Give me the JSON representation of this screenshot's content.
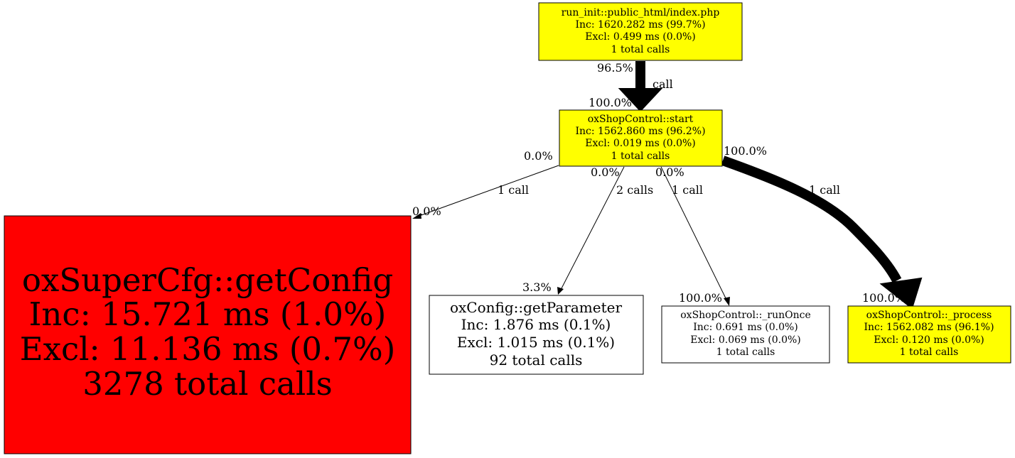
{
  "graph": {
    "nodes": [
      {
        "id": "index",
        "lines": [
          "run_init::public_html/index.php",
          "Inc: 1620.282 ms (99.7%)",
          "Excl: 0.499 ms (0.0%)",
          "1 total calls"
        ],
        "fill": "#ffff00"
      },
      {
        "id": "start",
        "lines": [
          "oxShopControl::start",
          "Inc: 1562.860 ms (96.2%)",
          "Excl: 0.019 ms (0.0%)",
          "1 total calls"
        ],
        "fill": "#ffff00"
      },
      {
        "id": "getConfig",
        "lines": [
          "oxSuperCfg::getConfig",
          "Inc: 15.721 ms (1.0%)",
          "Excl: 11.136 ms (0.7%)",
          "3278 total calls"
        ],
        "fill": "#ff0000"
      },
      {
        "id": "getParameter",
        "lines": [
          "oxConfig::getParameter",
          "Inc: 1.876 ms (0.1%)",
          "Excl: 1.015 ms (0.1%)",
          "92 total calls"
        ],
        "fill": "#ffffff"
      },
      {
        "id": "runOnce",
        "lines": [
          "oxShopControl::_runOnce",
          "Inc: 0.691 ms (0.0%)",
          "Excl: 0.069 ms (0.0%)",
          "1 total calls"
        ],
        "fill": "#ffffff"
      },
      {
        "id": "process",
        "lines": [
          "oxShopControl::_process",
          "Inc: 1562.082 ms (96.1%)",
          "Excl: 0.120 ms (0.0%)",
          "1 total calls"
        ],
        "fill": "#ffff00"
      }
    ],
    "edges": [
      {
        "from": "index",
        "to": "start",
        "label": "call",
        "tail_pct": "96.5%",
        "head_pct": "100.0%"
      },
      {
        "from": "start",
        "to": "getConfig",
        "label": "1 call",
        "tail_pct": "0.0%",
        "head_pct": "0.0%"
      },
      {
        "from": "start",
        "to": "getParameter",
        "label": "2 calls",
        "tail_pct": "0.0%",
        "head_pct": "3.3%"
      },
      {
        "from": "start",
        "to": "runOnce",
        "label": "1 call",
        "tail_pct": "0.0%",
        "head_pct": "100.0%"
      },
      {
        "from": "start",
        "to": "process",
        "label": "1 call",
        "tail_pct": "100.0%",
        "head_pct": "100.0%"
      }
    ]
  }
}
